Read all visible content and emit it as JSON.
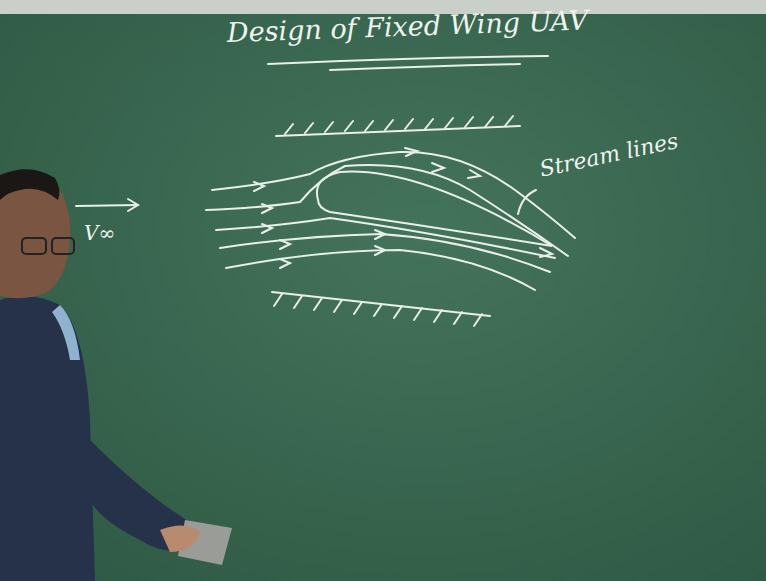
{
  "diagram": {
    "title": "Design of Fixed Wing UAV",
    "labels": [
      "Stream lines",
      "V∞"
    ]
  }
}
